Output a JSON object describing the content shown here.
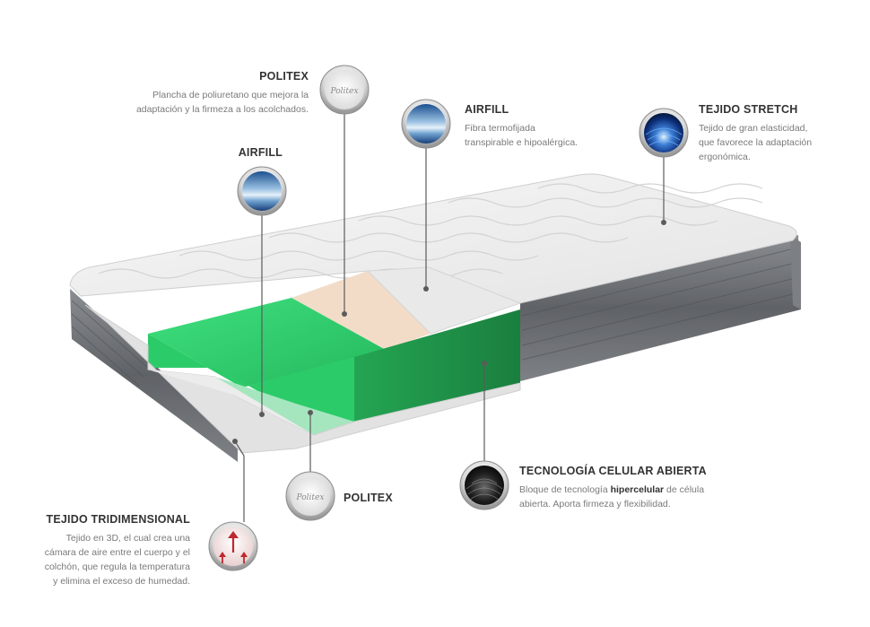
{
  "callouts": {
    "politex_top": {
      "title": "POLITEX",
      "desc_line1": "Plancha de poliuretano que mejora la",
      "desc_line2": "adaptación y la firmeza a los acolchados.",
      "icon": "politex-logo-swatch"
    },
    "airfill_left": {
      "title": "AIRFILL",
      "icon": "sky-swatch"
    },
    "airfill_center": {
      "title": "AIRFILL",
      "desc_line1": "Fibra termofijada",
      "desc_line2": "transpirable e hipoalérgica.",
      "icon": "sky-swatch"
    },
    "tejido_stretch": {
      "title": "TEJIDO STRETCH",
      "desc_line1": "Tejido de gran elasticidad,",
      "desc_line2": "que favorece la adaptación",
      "desc_line3": "ergonómica.",
      "icon": "blue-wave-swatch"
    },
    "tecnologia": {
      "title": "TECNOLOGÍA CELULAR ABIERTA",
      "desc_pre": "Bloque de tecnología ",
      "desc_bold": "hipercelular",
      "desc_post": " de célula",
      "desc_line2": "abierta. Aporta firmeza y flexibilidad.",
      "icon": "dark-mesh-swatch"
    },
    "politex_bottom": {
      "title": "POLITEX",
      "icon": "politex-logo-swatch"
    },
    "tejido_tridimensional": {
      "title": "TEJIDO TRIDIMENSIONAL",
      "desc_line1": "Tejido en 3D, el cual crea una",
      "desc_line2": "cámara de aire entre el cuerpo y el",
      "desc_line3": "colchón, que regula la temperatura",
      "desc_line4": "y elimina el exceso de humedad.",
      "icon": "airflow-arrows-swatch"
    }
  },
  "colors": {
    "foam_green": "#2fd06e",
    "foam_dark_green": "#1f8a45",
    "side_grey": "#6e7175",
    "quilt_white": "#f1f1f1",
    "politex_peach": "#f2dcc8",
    "leader_line": "#5b5b5b",
    "title_text": "#333333",
    "desc_text": "#7a7a7a"
  }
}
